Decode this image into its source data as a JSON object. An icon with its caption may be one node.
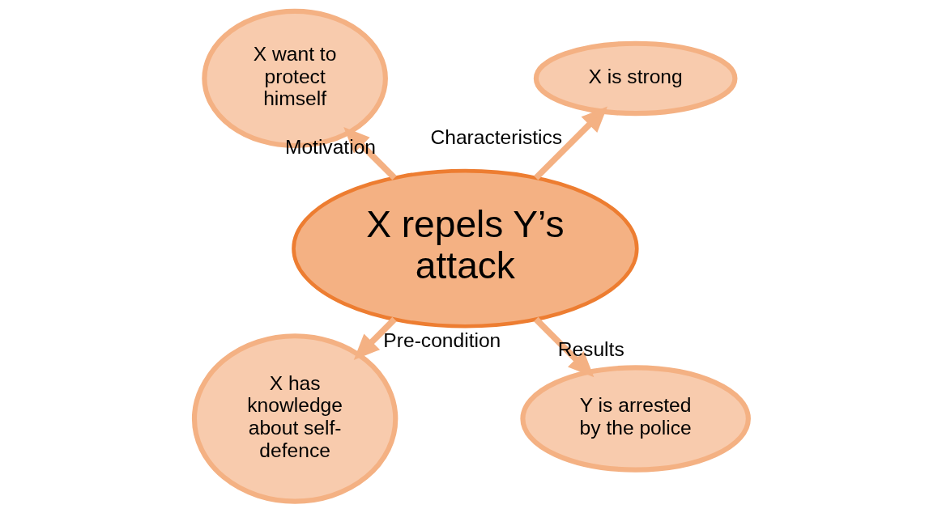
{
  "diagram": {
    "nodes": [
      {
        "text": [
          "X repels Y’s attack"
        ]
      },
      {
        "text": [
          "X want to protect himself"
        ]
      },
      {
        "text": [
          "X is strong"
        ]
      },
      {
        "text": [
          "X has knowledge about self-defence"
        ]
      },
      {
        "text": [
          "Y is arrested by the police"
        ]
      }
    ],
    "edges": [
      {
        "from": 0,
        "to": 1,
        "arrow": "to",
        "label": "Motivation"
      },
      {
        "from": 0,
        "to": 2,
        "arrow": "to",
        "label": "Characteristics"
      },
      {
        "from": 0,
        "to": 3,
        "arrow": "to",
        "label": "Pre-condition"
      },
      {
        "from": 0,
        "to": 4,
        "arrow": "to",
        "label": "Results"
      }
    ]
  }
}
